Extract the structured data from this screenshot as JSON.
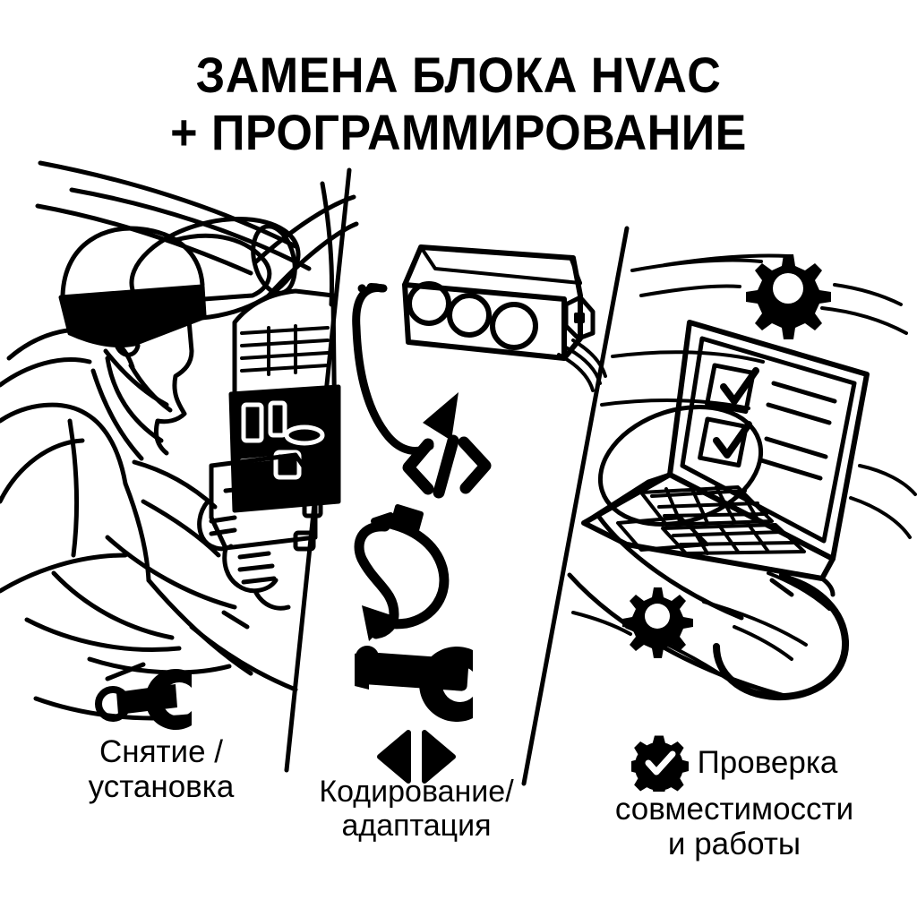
{
  "poster": {
    "background_color": "#ffffff",
    "ink_color": "#000000",
    "style": "black-and-white line-art infographic"
  },
  "title": {
    "line1": "ЗАМЕНА БЛОКА HVAC",
    "line2": "+ ПРОГРАММИРОВАНИЕ"
  },
  "panels": [
    {
      "id": "removal-install",
      "caption_line1": "Снятие /",
      "caption_line2": "установка",
      "icon": "wrench-icon",
      "scene": "mechanic-at-dashboard"
    },
    {
      "id": "coding-adaptation",
      "caption_line1": "Кодирование/",
      "caption_line2": "адаптация",
      "icon": "swap-arrows-icon",
      "scene": "hvac-control-unit-with-code-symbol-and-wrench"
    },
    {
      "id": "compatibility-check",
      "caption_line1": "Проверка",
      "caption_line2": "совместимоссти",
      "caption_line3": "и работы",
      "icon": "gear-check-icon",
      "scene": "laptop-with-checklist-and-gears"
    }
  ],
  "icons": {
    "code_symbol": "</>",
    "gear_top_right": "gear-icon",
    "gear_bottom": "gear-icon",
    "gear_check": "gear-check-icon",
    "wrench_left": "wrench-icon",
    "wrench_mid": "wrench-icon",
    "swap_arrows": "swap-arrows-icon",
    "curved_arrow": "curved-arrow-icon",
    "cable_arrow": "cable-arrow-icon"
  },
  "laptop_screen": {
    "checklist": [
      {
        "checked": true,
        "lines": 2
      },
      {
        "checked": true,
        "lines": 2
      }
    ]
  },
  "hvac_unit": {
    "knob_count": 3,
    "connector": "square-plug",
    "wires": 3
  }
}
